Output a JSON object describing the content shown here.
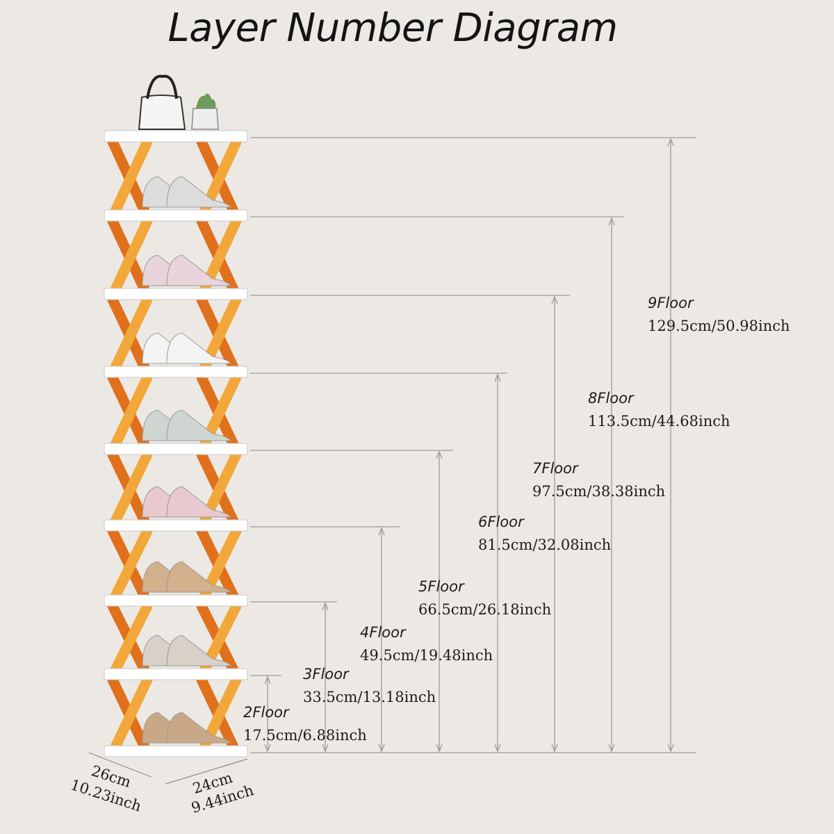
{
  "title": "Layer Number Diagram",
  "floors": [
    {
      "name": "2Floor",
      "size": "17.5cm/6.88inch"
    },
    {
      "name": "3Floor",
      "size": "33.5cm/13.18inch"
    },
    {
      "name": "4Floor",
      "size": "49.5cm/19.48inch"
    },
    {
      "name": "5Floor",
      "size": "66.5cm/26.18inch"
    },
    {
      "name": "6Floor",
      "size": "81.5cm/32.08inch"
    },
    {
      "name": "7Floor",
      "size": "97.5cm/38.38inch"
    },
    {
      "name": "8Floor",
      "size": "113.5cm/44.68inch"
    },
    {
      "name": "9Floor",
      "size": "129.5cm/50.98inch"
    }
  ],
  "depth": {
    "cm": "26cm",
    "inch": "10.23inch"
  },
  "width": {
    "cm": "24cm",
    "inch": "9.44inch"
  },
  "colors": {
    "shelf": "#ffffff",
    "frame_light": "#f2a73a",
    "frame_dark": "#e0701c",
    "lines": "#9a9a9a"
  }
}
